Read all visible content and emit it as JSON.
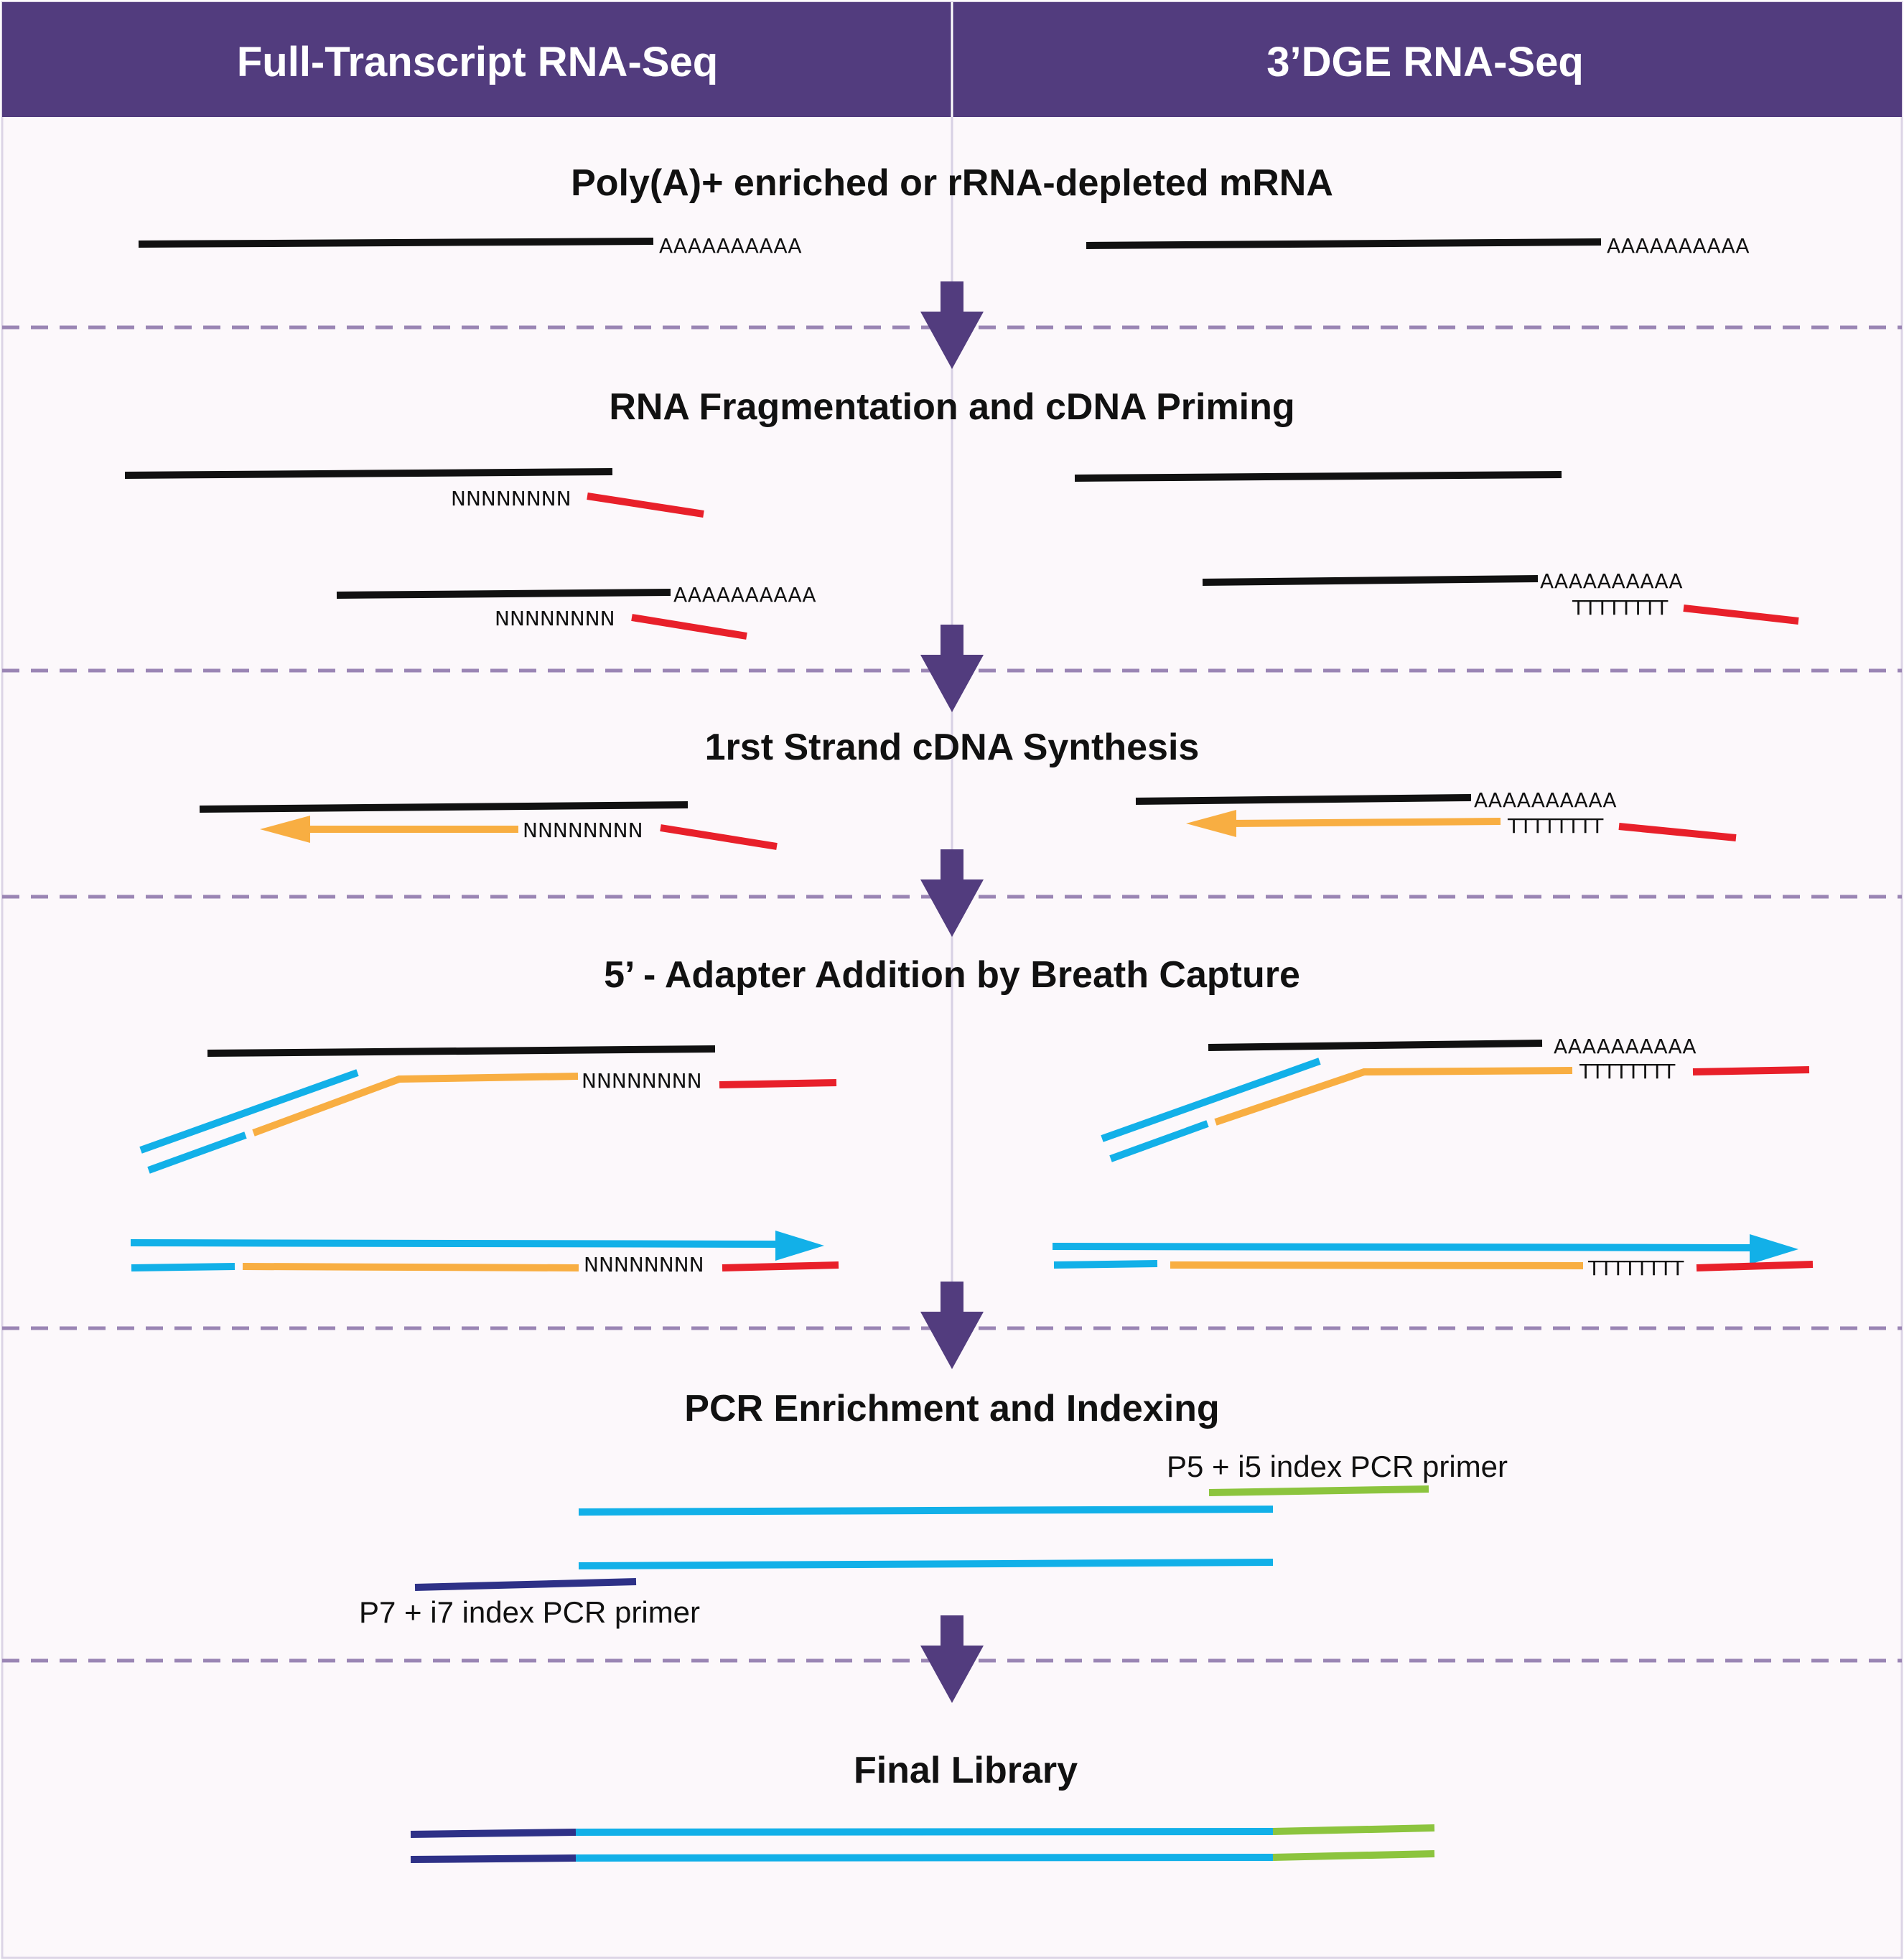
{
  "header": {
    "left_title": "Full-Transcript RNA-Seq",
    "right_title": "3’DGE RNA-Seq"
  },
  "steps": [
    "Poly(A)+ enriched or rRNA-depleted mRNA",
    "RNA Fragmentation and cDNA Priming",
    "1rst Strand cDNA Synthesis",
    "5’ - Adapter Addition by Breath Capture",
    "PCR Enrichment and Indexing",
    "Final Library"
  ],
  "sequences": {
    "poly_a": "AAAAAAAAAA",
    "random_primer": "NNNNNNNN",
    "oligo_dt": "TTTTTTTT"
  },
  "primers": {
    "p5": "P5 + i5 index PCR primer",
    "p7": "P7 + i7 index PCR primer"
  },
  "colors": {
    "header_bg": "#523C7E",
    "panel_bg": "#FCF8FB",
    "divider": "#9A85B4",
    "arrow": "#523C7E",
    "rna": "#111111",
    "primer_tail": "#E8202A",
    "first_strand": "#F8AE42",
    "adapter": "#12B0E8",
    "p5": "#8CC43E",
    "p7": "#2E3187"
  }
}
